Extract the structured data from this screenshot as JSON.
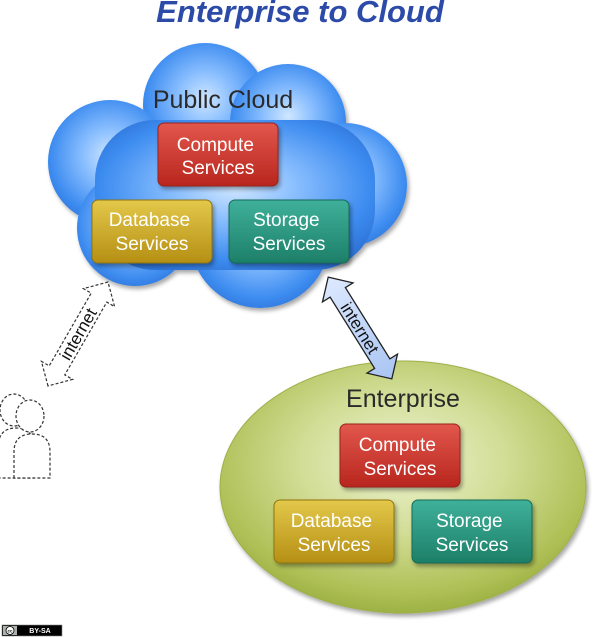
{
  "title": "Enterprise to Cloud",
  "public_cloud": {
    "label": "Public Cloud",
    "compute": [
      "Compute",
      "Services"
    ],
    "database": [
      "Database",
      "Services"
    ],
    "storage": [
      "Storage",
      "Services"
    ]
  },
  "enterprise": {
    "label": "Enterprise",
    "compute": [
      "Compute",
      "Services"
    ],
    "database": [
      "Database",
      "Services"
    ],
    "storage": [
      "Storage",
      "Services"
    ]
  },
  "links": {
    "user_link_label": "internet",
    "enterprise_link_label": "internet"
  },
  "license": {
    "badge_text": "BY-SA",
    "cc_mark": "cc"
  },
  "colors": {
    "title": "#2c4aa8",
    "cloud": "#3f88ea",
    "enterprise": "#b3c85a",
    "compute": "#c9302c",
    "database": "#c8a826",
    "storage": "#279680"
  }
}
